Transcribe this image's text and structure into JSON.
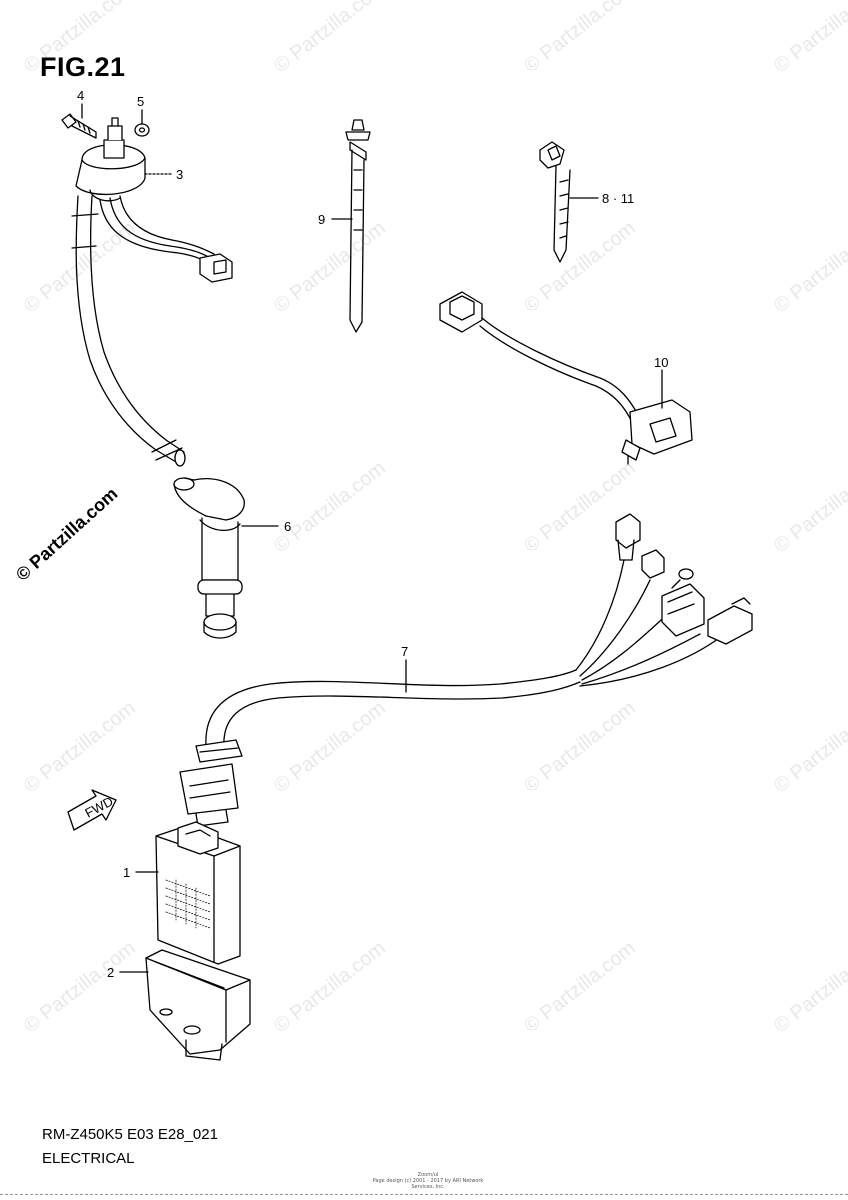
{
  "figure": {
    "title": "FIG.21",
    "model_code": "RM-Z450K5 E03 E28_021",
    "section": "ELECTRICAL",
    "side_brand": "© Partzilla.com",
    "watermark": "© Partzilla.com",
    "credit_line1": "Zoom/ul",
    "credit_line2": "Page design (c) 2001 - 2017 by ARI Network Services, Inc.",
    "fwd_label": "FWD"
  },
  "callouts": [
    "4",
    "5",
    "3",
    "9",
    "8 · 11",
    "10",
    "6",
    "7",
    "1",
    "2"
  ]
}
